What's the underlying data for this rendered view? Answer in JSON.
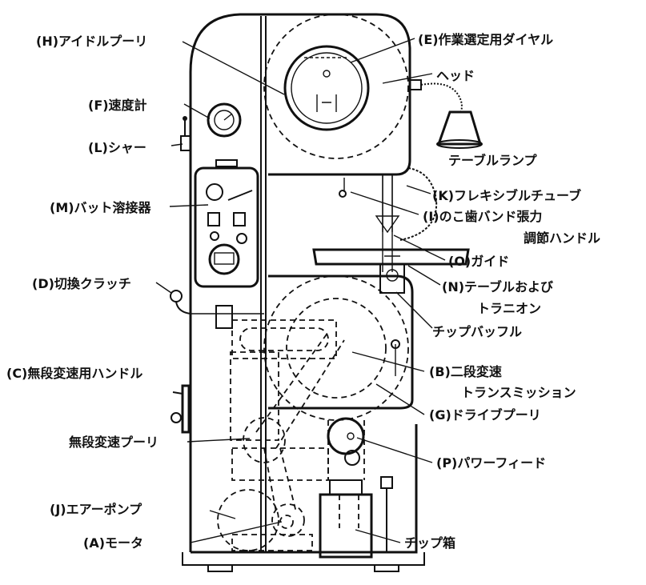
{
  "labels": {
    "H": "(H)アイドルプーリ",
    "E": "(E)作業選定用ダイヤル",
    "head": "ヘッド",
    "F": "(F)速度計",
    "L": "(L)シャー",
    "table_lamp": "テーブルランプ",
    "K": "(K)フレキシブルチューブ",
    "M": "(M)バット溶接器",
    "I1": "(I)のこ歯バンド張力",
    "I2": "調節ハンドル",
    "O": "(O)ガイド",
    "D": "(D)切換クラッチ",
    "N1": "(N)テーブルおよび",
    "N2": "トラニオン",
    "chip_baffle": "チップバッフル",
    "C": "(C)無段変速用ハンドル",
    "B1": "(B)二段変速",
    "B2": "トランスミッション",
    "G": "(G)ドライブプーリ",
    "variable_pulley": "無段変速プーリ",
    "P": "(P)パワーフィード",
    "J": "(J)エアーポンプ",
    "A": "(A)モータ",
    "chip_box": "チップ箱"
  }
}
